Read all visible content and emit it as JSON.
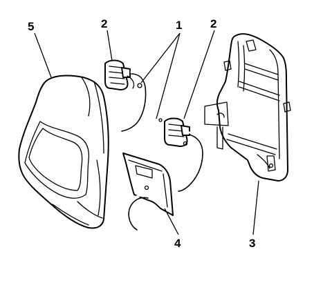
{
  "callouts": {
    "c1": "1",
    "c2a": "2",
    "c2b": "2",
    "c3": "3",
    "c4": "4",
    "c5": "5"
  }
}
